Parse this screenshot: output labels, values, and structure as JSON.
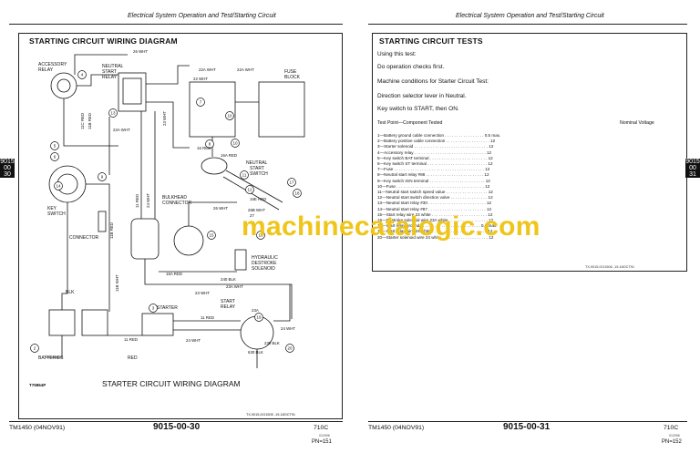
{
  "left_page": {
    "header": "Electrical System Operation and Test/Starting Circuit",
    "section_title": "STARTING CIRCUIT WIRING DIAGRAM",
    "diagram": {
      "labels": {
        "accessory_relay": "ACCESSORY",
        "accessory_relay_2": "RELAY",
        "neutral_start_relay_1": "NEUTRAL",
        "neutral_start_relay_2": "START",
        "neutral_start_relay_3": "RELAY",
        "fuse_block_1": "FUSE",
        "fuse_block_2": "BLOCK",
        "key_switch_1": "KEY",
        "key_switch_2": "SWITCH",
        "neutral_start_switch_1": "NEUTRAL",
        "neutral_start_switch_2": "START",
        "neutral_start_switch_3": "SWITCH",
        "bulkhead_1": "BULKHEAD",
        "bulkhead_2": "CONNECTOR",
        "connector": "CONNECTOR",
        "hydraulic_1": "HYDRAULIC",
        "hydraulic_2": "DESTROKE",
        "hydraulic_3": "SOLENOID",
        "starter": "STARTER",
        "start_relay_1": "START",
        "start_relay_2": "RELAY",
        "batteries": "BATTERIES",
        "blk": "BLK",
        "red": "RED",
        "caption": "STARTER CIRCUIT WIRING DIAGRAM",
        "logo_code": "T75864P"
      },
      "wires": {
        "w26wht": "26 WHT",
        "w22a_wht": "22A WHT",
        "w22_wht": "22 WHT",
        "w22a_wht_b": "22A WHT",
        "w11c_red": "11C RED",
        "w11b_red": "11B RED",
        "w23_wht": "23 WHT",
        "w16_red": "16 RED",
        "w16a_red": "16A RED",
        "w16e_red": "16E RED",
        "w26b_wht": "26B WHT",
        "w26_wht_b": "26 WHT",
        "w11b_red_b": "11B RED",
        "w11b_wht": "11B WHT",
        "w11_red": "11 RED",
        "w11_red_b": "11 RED",
        "w16a_red_b": "16A RED",
        "w24_wht": "24 WHT",
        "w23a_wht": "23A WHT",
        "w23_wht_b": "23 WHT",
        "w240_blk": "240 BLK",
        "w24_wht_b": "24 WHT",
        "w630_blk": "630 BLK",
        "w230_blk": "230 BLK",
        "w11_red_c": "11 RED",
        "w24_wht_c": "24 WHT",
        "w27": "27",
        "w23a": "23A"
      },
      "callouts": [
        "1",
        "2",
        "3",
        "4",
        "5",
        "6",
        "7",
        "8",
        "9",
        "10",
        "11",
        "12",
        "13",
        "14",
        "15",
        "16",
        "17",
        "18",
        "19",
        "20"
      ],
      "fig_id": "TX,9015,GG1505 -19-18OCT91"
    },
    "footer": {
      "manual": "TM1450 (04NOV91)",
      "page": "9015-00-30",
      "model": "710C",
      "small": "012096",
      "pn": "PN=151"
    }
  },
  "right_page": {
    "header": "Electrical System Operation and Test/Starting Circuit",
    "section_title": "STARTING CIRCUIT TESTS",
    "paragraphs": [
      "Using this test:",
      "Do operation checks first.",
      "Machine conditions for Starter Circuit Test:",
      "Direction selector lever in Neutral.",
      "Key switch to START, then ON."
    ],
    "table": {
      "col_left": "Test Point—Component Tested",
      "col_right": "Nominal Voltage",
      "rows": [
        "1—Battery ground cable connection . . . . . . . . . . . . . . . . . 0.5 max.",
        "2—Battery positive cable connection . . . . . . . . . . . . . . . . . . . 12",
        "3—Starter solenoid . . . . . . . . . . . . . . . . . . . . . . . . . . . . . . . . 12",
        "4—Accessory relay . . . . . . . . . . . . . . . . . . . . . . . . . . . . . . . 12",
        "5—Key switch BAT terminal . . . . . . . . . . . . . . . . . . . . . . . . . 12",
        "6—Key switch ST terminal . . . . . . . . . . . . . . . . . . . . . . . . . . 12",
        "7—Fuse . . . . . . . . . . . . . . . . . . . . . . . . . . . . . . . . . . . . . . . 12",
        "8—Neutral start relay #86 . . . . . . . . . . . . . . . . . . . . . . . . . 12",
        "9—Key switch IGN terminal . . . . . . . . . . . . . . . . . . . . . . . . 12",
        "10—Fuse . . . . . . . . . . . . . . . . . . . . . . . . . . . . . . . . . . . . . . 12",
        "11—Neutral start switch speed value . . . . . . . . . . . . . . . . . . 12",
        "12—Neutral start switch direction valve . . . . . . . . . . . . . . . . 12",
        "13—Neutral start relay #30 . . . . . . . . . . . . . . . . . . . . . . . . . 12",
        "14—Neutral start relay #87 . . . . . . . . . . . . . . . . . . . . . . . . . 12",
        "15—Start relay wire 23 white . . . . . . . . . . . . . . . . . . . . . . . . 12",
        "16—Destroke solenoid wire 23A white . . . . . . . . . . . . . . . . . 12",
        "18—Start relay ground . . . . . . . . . . . . . . . . . . . . . . . . . . 0.5 max.",
        "19—Start relay wire 24 white . . . . . . . . . . . . . . . . . . . . . . . . 12",
        "20—Starter solenoid wire 24 white . . . . . . . . . . . . . . . . . . . . 12"
      ]
    },
    "fig_id": "TX,9015,GG1506 -19-18OCT91",
    "footer": {
      "manual": "TM1450 (04NOV91)",
      "page": "9015-00-31",
      "model": "710C",
      "small": "012096",
      "pn": "PN=152"
    }
  },
  "tabs": {
    "left": [
      "9015",
      "00",
      "30"
    ],
    "right": [
      "9015",
      "00",
      "31"
    ]
  },
  "watermark": "machinecatalogic.com"
}
